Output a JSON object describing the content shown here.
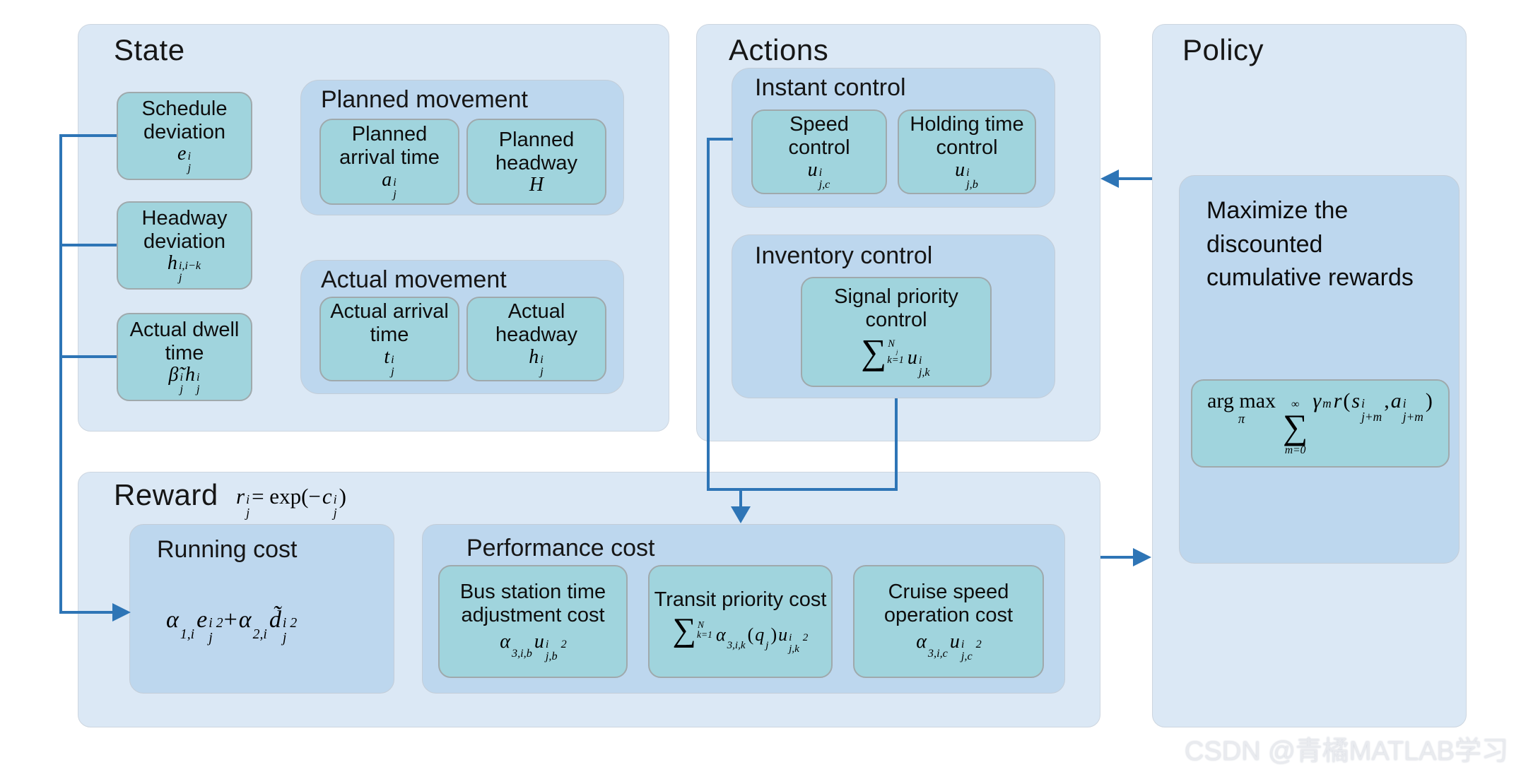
{
  "colors": {
    "outer_panel": "#dbe8f5",
    "mid_panel": "#bdd7ee",
    "teal_box": "#a0d4dd",
    "arrow": "#2e75b6"
  },
  "watermark": {
    "text": "CSDN @青橘MATLAB学习"
  },
  "state": {
    "title": "State",
    "items": [
      {
        "label": "Schedule deviation",
        "formula": [
          {
            "t": "var",
            "v": "e"
          },
          {
            "t": "ss",
            "sup": "i",
            "sub": "j"
          }
        ]
      },
      {
        "label": "Headway deviation",
        "formula": [
          {
            "t": "var",
            "v": "h"
          },
          {
            "t": "ss",
            "sup": "i,i−k",
            "sub": "j"
          }
        ]
      },
      {
        "label": "Actual dwell time",
        "formula": [
          {
            "t": "var",
            "v": "β̃"
          },
          {
            "t": "ss",
            "sup": "i",
            "sub": "j"
          },
          {
            "t": "var",
            "v": "h"
          },
          {
            "t": "ss",
            "sup": "i",
            "sub": "j"
          }
        ]
      }
    ],
    "planned": {
      "title": "Planned movement",
      "items": [
        {
          "label": "Planned arrival time",
          "formula": [
            {
              "t": "var",
              "v": "a"
            },
            {
              "t": "ss",
              "sup": "i",
              "sub": "j"
            }
          ]
        },
        {
          "label": "Planned headway",
          "formula": [
            {
              "t": "var",
              "v": "H"
            }
          ]
        }
      ]
    },
    "actual": {
      "title": "Actual movement",
      "items": [
        {
          "label": "Actual arrival time",
          "formula": [
            {
              "t": "var",
              "v": "t"
            },
            {
              "t": "ss",
              "sup": "i",
              "sub": "j"
            }
          ]
        },
        {
          "label": "Actual headway",
          "formula": [
            {
              "t": "var",
              "v": "h"
            },
            {
              "t": "ss",
              "sup": "i",
              "sub": "j"
            }
          ]
        }
      ]
    }
  },
  "actions": {
    "title": "Actions",
    "instant": {
      "title": "Instant control",
      "items": [
        {
          "label": "Speed control",
          "formula": [
            {
              "t": "var",
              "v": "u"
            },
            {
              "t": "ss",
              "sup": "i",
              "sub": "j,c"
            }
          ]
        },
        {
          "label": "Holding time control",
          "formula": [
            {
              "t": "var",
              "v": "u"
            },
            {
              "t": "ss",
              "sup": "i",
              "sub": "j,b"
            }
          ]
        }
      ]
    },
    "inventory": {
      "title": "Inventory control",
      "item": {
        "label": "Signal priority control",
        "formula": [
          {
            "t": "sum",
            "side": true,
            "top": [
              {
                "t": "var",
                "v": "N"
              },
              {
                "t": "ss",
                "sub": "j"
              }
            ],
            "bottom": "k=1"
          },
          {
            "t": "var",
            "v": "u"
          },
          {
            "t": "ss",
            "sup": "i",
            "sub": "j,k"
          }
        ]
      }
    }
  },
  "policy": {
    "title": "Policy",
    "objective": "Maximize the discounted cumulative rewards",
    "formula": [
      {
        "t": "under",
        "v": "arg max",
        "under": "π"
      },
      {
        "t": "sum",
        "top": "∞",
        "bottom": "m=0"
      },
      {
        "t": "var",
        "v": "γ"
      },
      {
        "t": "ss",
        "sup": "m"
      },
      {
        "t": "var",
        "v": "r"
      },
      {
        "t": "txt",
        "v": "("
      },
      {
        "t": "var",
        "v": "s"
      },
      {
        "t": "ss",
        "sup": "i",
        "sub": "j+m"
      },
      {
        "t": "txt",
        "v": ","
      },
      {
        "t": "var",
        "v": "a"
      },
      {
        "t": "ss",
        "sup": "i",
        "sub": "j+m"
      },
      {
        "t": "txt",
        "v": ")"
      }
    ]
  },
  "reward": {
    "title": "Reward",
    "formula": [
      {
        "t": "var",
        "v": "r"
      },
      {
        "t": "ss",
        "sup": "i",
        "sub": "j"
      },
      {
        "t": "txt",
        "v": " = exp(−"
      },
      {
        "t": "var",
        "v": "c"
      },
      {
        "t": "ss",
        "sup": "i",
        "sub": "j"
      },
      {
        "t": "txt",
        "v": ")"
      }
    ],
    "running": {
      "title": "Running cost",
      "formula": [
        {
          "t": "var",
          "v": "α"
        },
        {
          "t": "ss",
          "sub": "1,i"
        },
        {
          "t": "var",
          "v": "e"
        },
        {
          "t": "ss",
          "sup": "i",
          "sub": "j"
        },
        {
          "t": "sup",
          "v": "2"
        },
        {
          "t": "txt",
          "v": " + "
        },
        {
          "t": "var",
          "v": "α"
        },
        {
          "t": "ss",
          "sub": "2,i"
        },
        {
          "t": "var",
          "v": "d̃"
        },
        {
          "t": "ss",
          "sup": "i",
          "sub": "j"
        },
        {
          "t": "sup",
          "v": "2"
        }
      ]
    },
    "performance": {
      "title": "Performance cost",
      "items": [
        {
          "label": "Bus station time adjustment cost",
          "formula": [
            {
              "t": "var",
              "v": "α"
            },
            {
              "t": "ss",
              "sub": "3,i,b"
            },
            {
              "t": "var",
              "v": "u"
            },
            {
              "t": "ss",
              "sup": "i",
              "sub": "j,b"
            },
            {
              "t": "sup",
              "v": "2"
            }
          ]
        },
        {
          "label": "Transit priority cost",
          "formula": [
            {
              "t": "sum",
              "side": true,
              "top": [
                {
                  "t": "var",
                  "v": "N"
                }
              ],
              "bottom": "k=1"
            },
            {
              "t": "var",
              "v": "α"
            },
            {
              "t": "ss",
              "sub": "3,i,k"
            },
            {
              "t": "txt",
              "v": "("
            },
            {
              "t": "var",
              "v": "q"
            },
            {
              "t": "ss",
              "sub": "j"
            },
            {
              "t": "txt",
              "v": ")"
            },
            {
              "t": "var",
              "v": "u"
            },
            {
              "t": "ss",
              "sup": "i",
              "sub": "j,k"
            },
            {
              "t": "sup",
              "v": "2"
            }
          ]
        },
        {
          "label": "Cruise speed operation cost",
          "formula": [
            {
              "t": "var",
              "v": "α"
            },
            {
              "t": "ss",
              "sub": "3,i,c"
            },
            {
              "t": "var",
              "v": "u"
            },
            {
              "t": "ss",
              "sup": "i",
              "sub": "j,c"
            },
            {
              "t": "sup",
              "v": "2"
            }
          ]
        }
      ]
    }
  }
}
